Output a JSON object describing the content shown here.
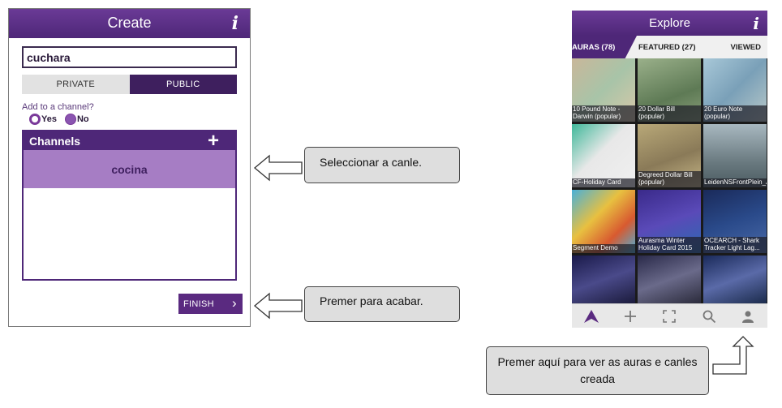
{
  "create": {
    "title": "Create",
    "info_glyph": "i",
    "name_value": "cuchara",
    "visibility": {
      "private_label": "PRIVATE",
      "public_label": "PUBLIC",
      "selected": "public"
    },
    "channel_question": "Add to a channel?",
    "radio_yes": "Yes",
    "radio_no": "No",
    "channels_title": "Channels",
    "add_glyph": "+",
    "channel_items": [
      "cocina"
    ],
    "finish_label": "FINISH",
    "finish_glyph": "›"
  },
  "callouts": {
    "select_channel": "Seleccionar a canle.",
    "press_finish": "Premer para acabar.",
    "see_auras": "Premer aquí para ver as auras e canles creada"
  },
  "explore": {
    "title": "Explore",
    "info_glyph": "i",
    "tabs": [
      "AURAS (78)",
      "FEATURED (27)",
      "VIEWED"
    ],
    "tiles": [
      "10 Pound Note - Darwin (popular)",
      "20 Dollar Bill (popular)",
      "20 Euro Note (popular)",
      "CF-Holiday Card",
      "Degreed Dollar Bill (popular)",
      "LeidenNSFrontPlein_Aura_Final",
      "Segment Demo",
      "Aurasma Winter Holiday Card 2015",
      "OCEARCH - Shark Tracker Light Lag...",
      "",
      "",
      ""
    ],
    "nav_icons": [
      "aurasma-logo-icon",
      "plus-icon",
      "scan-frame-icon",
      "search-icon",
      "profile-icon"
    ]
  },
  "colors": {
    "brand_purple": "#4e2778",
    "channel_highlight": "#a67dc4",
    "callout_gray": "#dedede"
  }
}
